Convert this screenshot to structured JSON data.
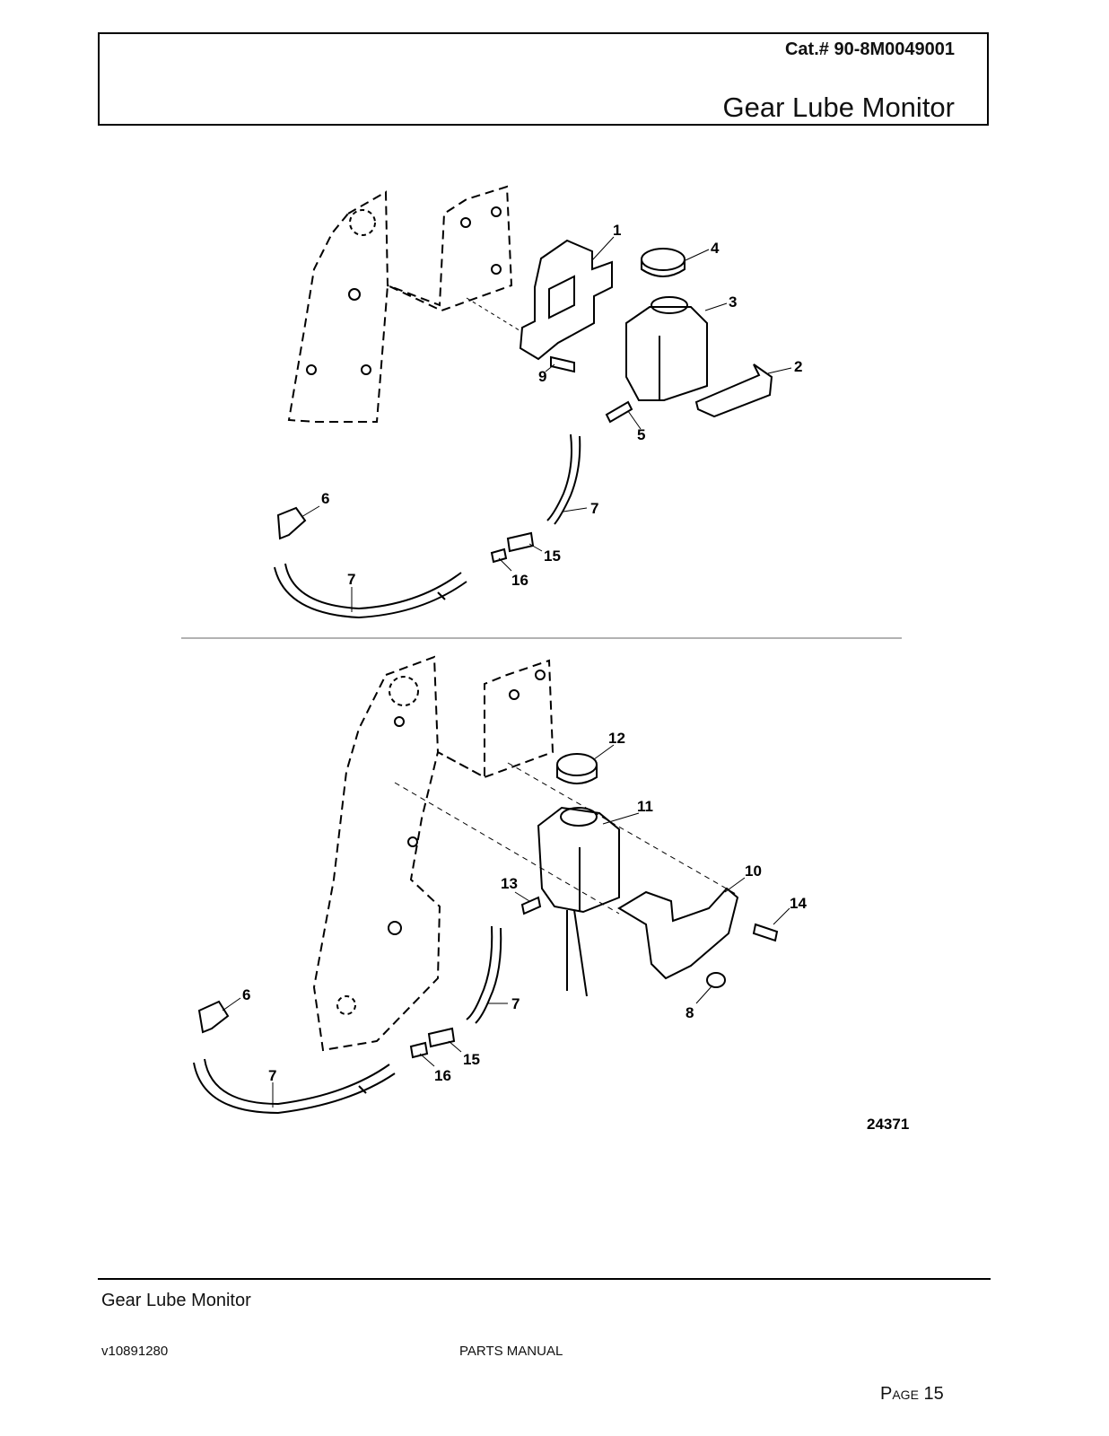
{
  "header": {
    "catalog": "Cat.# 90-8M0049001",
    "title": "Gear Lube Monitor"
  },
  "diagram_top": {
    "callouts": [
      "1",
      "4",
      "3",
      "2",
      "9",
      "5",
      "6",
      "7",
      "15",
      "16",
      "7"
    ]
  },
  "diagram_bottom": {
    "callouts": [
      "12",
      "11",
      "10",
      "14",
      "13",
      "6",
      "7",
      "8",
      "15",
      "7",
      "16"
    ]
  },
  "figure_number": "24371",
  "footer": {
    "section": "Gear Lube Monitor",
    "version": "v10891280",
    "manual": "PARTS MANUAL",
    "page_label": "Page",
    "page_number": "15"
  }
}
